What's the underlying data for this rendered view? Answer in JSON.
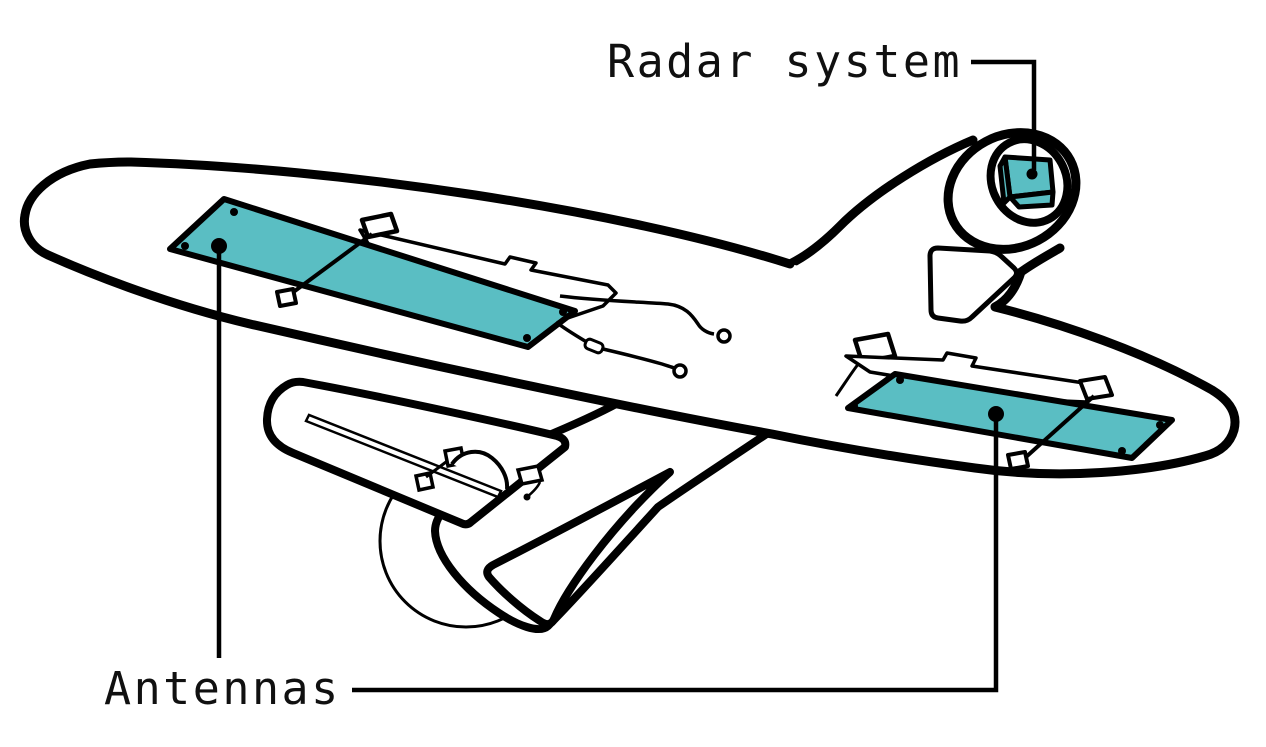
{
  "diagram": {
    "labels": {
      "radar_system": "Radar system",
      "antennas": "Antennas"
    },
    "colors": {
      "accent": "#5abec3",
      "line": "#000000",
      "background": "#ffffff"
    },
    "annotations": [
      {
        "label": "Radar system",
        "points_to": "cube module in the aircraft nose cone",
        "targets": 1
      },
      {
        "label": "Antennas",
        "points_to": "teal panels on the underside of each wing",
        "targets": 2
      }
    ]
  }
}
